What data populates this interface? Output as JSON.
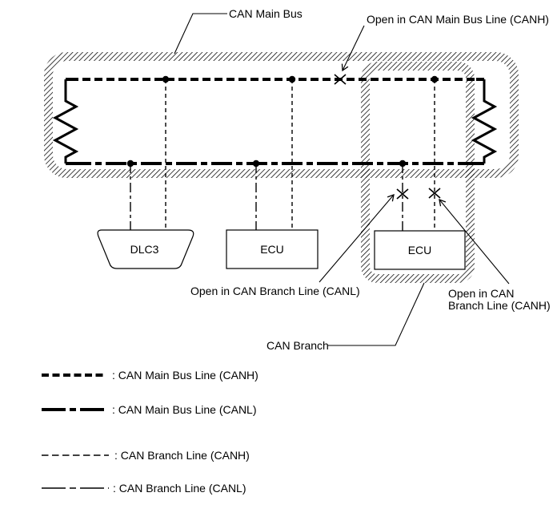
{
  "diagram": {
    "main_bus_label": "CAN Main Bus",
    "can_branch_label": "CAN Branch",
    "faults": {
      "open_main_canh": "Open in CAN Main Bus Line (CANH)",
      "open_branch_canl": "Open in CAN Branch Line (CANL)",
      "open_branch_canh_line1": "Open in CAN",
      "open_branch_canh_line2": "Branch Line (CANH)"
    },
    "nodes": {
      "dlc3": "DLC3",
      "ecu_1": "ECU",
      "ecu_2": "ECU"
    }
  },
  "legend": {
    "items": [
      {
        "label": ": CAN Main Bus Line (CANH)",
        "style": "thick-dashed"
      },
      {
        "label": ": CAN Main Bus Line (CANL)",
        "style": "thick-dash-dot"
      },
      {
        "label": ": CAN Branch Line (CANH)",
        "style": "thin-dashed"
      },
      {
        "label": ": CAN Branch Line (CANL)",
        "style": "thin-dash-dot"
      }
    ]
  },
  "colors": {
    "line": "#000000",
    "background": "#ffffff"
  }
}
